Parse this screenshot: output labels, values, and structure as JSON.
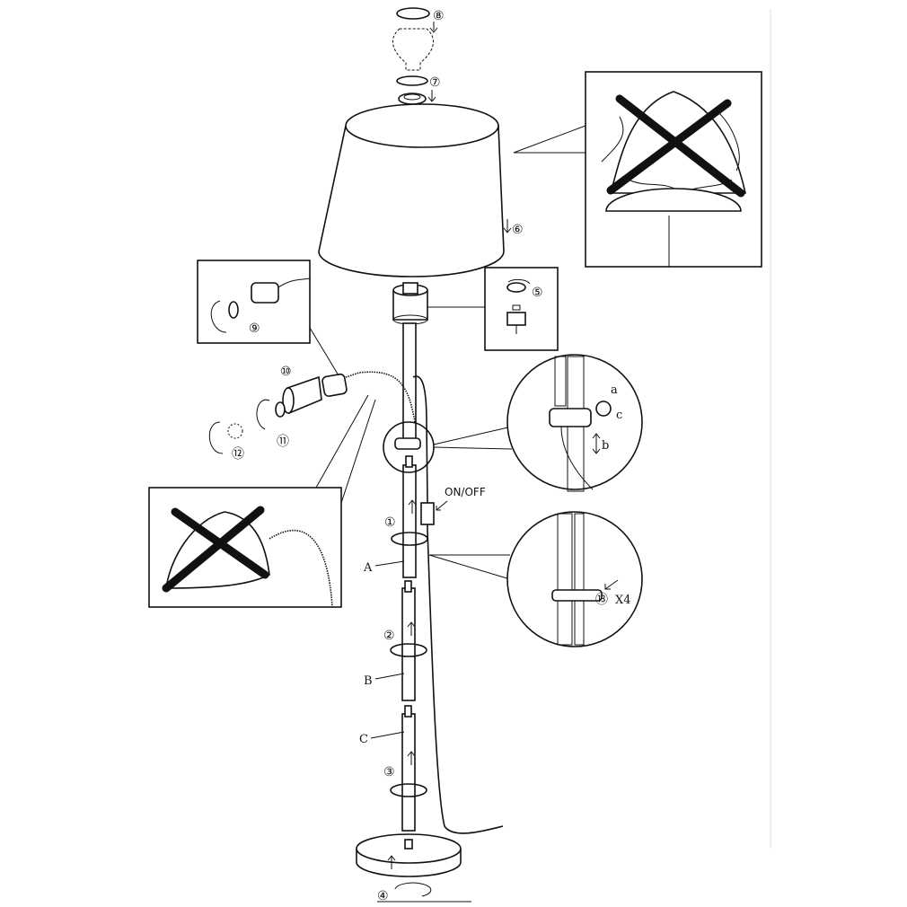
{
  "steps": {
    "s1": "①",
    "s2": "②",
    "s3": "③",
    "s4": "④",
    "s5": "⑤",
    "s6": "⑥",
    "s7": "⑦",
    "s8": "⑧",
    "s9": "⑨",
    "s10": "⑩",
    "s11": "⑪",
    "s12": "⑫",
    "s13": "⑬"
  },
  "parts": {
    "a": "A",
    "b": "B",
    "c": "C"
  },
  "detail": {
    "a": "a",
    "b": "b",
    "c": "c",
    "x4": "X4"
  },
  "switch_label": "ON/OFF"
}
